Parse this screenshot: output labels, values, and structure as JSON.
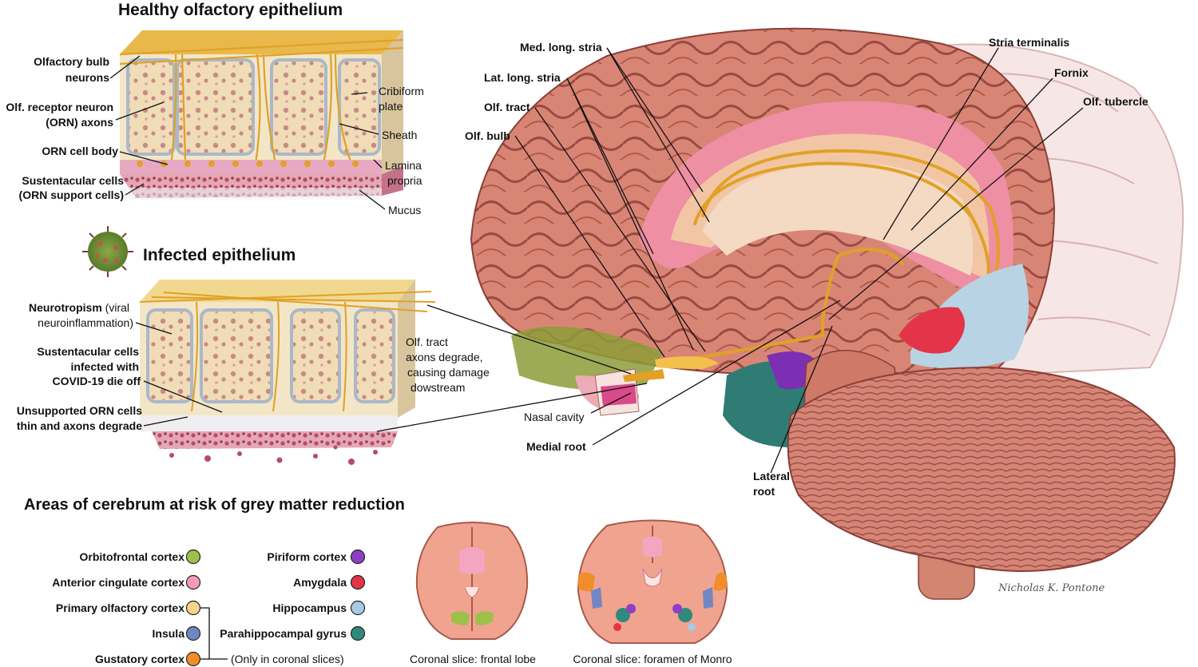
{
  "epithelium": {
    "healthy_title": "Healthy olfactory epithelium",
    "infected_title": "Infected epithelium",
    "healthy_labels": {
      "bulb_neurons": [
        "Olfactory bulb",
        "neurons"
      ],
      "orn_axons": [
        "Olf. receptor neuron",
        "(ORN) axons"
      ],
      "orn_cell_body": "ORN cell body",
      "sustentacular": [
        "Sustentacular cells",
        "(ORN support cells)"
      ],
      "cribriform": [
        "Cribiform",
        "plate"
      ],
      "sheath": "Sheath",
      "lamina": [
        "Lamina",
        "propria"
      ],
      "mucus": "Mucus"
    },
    "infected_labels": {
      "neurotropism_bold": "Neurotropism",
      "neurotropism_rest": " (viral",
      "neurotropism_line2": "neuroinflammation)",
      "sust_infected": [
        "Sustentacular cells",
        "infected with",
        "COVID-19 die off"
      ],
      "unsupported": [
        "Unsupported ORN cells",
        "thin and axons degrade"
      ],
      "tract_degrade": [
        "Olf. tract",
        "axons degrade,",
        "causing damage",
        "dowstream"
      ]
    }
  },
  "brain_labels": {
    "med_long_stria": "Med. long. stria",
    "lat_long_stria": "Lat. long. stria",
    "olf_tract": "Olf. tract",
    "olf_bulb": "Olf. bulb",
    "stria_terminalis": "Stria terminalis",
    "fornix": "Fornix",
    "olf_tubercle": "Olf. tubercle",
    "nasal_cavity": "Nasal cavity",
    "medial_root": "Medial root",
    "lateral_root": [
      "Lateral",
      "root"
    ]
  },
  "legend": {
    "title": "Areas of cerebrum at risk of grey matter reduction",
    "left": [
      {
        "label": "Orbitofrontal cortex",
        "color": "#9dc04a"
      },
      {
        "label": "Anterior cingulate cortex",
        "color": "#f49cb5"
      },
      {
        "label": "Primary olfactory cortex",
        "color": "#f7d48a"
      },
      {
        "label": "Insula",
        "color": "#7286c4"
      },
      {
        "label": "Gustatory cortex",
        "color": "#ef8d2a"
      }
    ],
    "right": [
      {
        "label": "Piriform cortex",
        "color": "#8e3fc4"
      },
      {
        "label": "Amygdala",
        "color": "#e43449"
      },
      {
        "label": "Hippocampus",
        "color": "#a9c9e6"
      },
      {
        "label": "Parahippocampal gyrus",
        "color": "#2f8a7c"
      }
    ],
    "note": "(Only in coronal slices)"
  },
  "slices": {
    "frontal": "Coronal slice: frontal lobe",
    "monro": "Coronal slice: foramen of Monro"
  },
  "signature": "Nicholas K. Pontone"
}
